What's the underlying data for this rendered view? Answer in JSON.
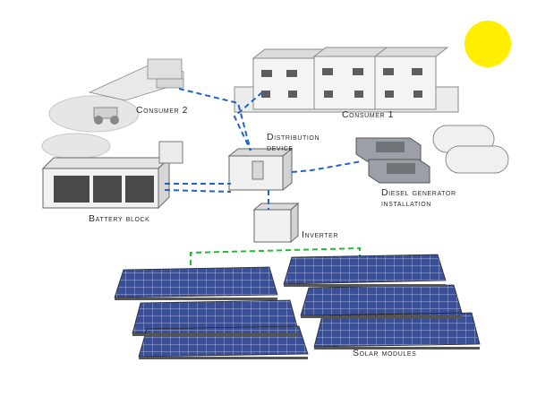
{
  "colors": {
    "sun": "#ffee00",
    "dc_cable": "#1f64c8",
    "ac_cable": "#22bb33",
    "panel": "#3a4f9a",
    "panel_grid": "#c9d3ee",
    "equipment": "#f3f3f3",
    "outline": "#555555"
  },
  "labels": {
    "consumer2": "Consumer 2",
    "consumer1": "Consumer 1",
    "distribution_line1": "Distribution",
    "distribution_line2": "device",
    "diesel_line1": "Diesel generator",
    "diesel_line2": "installation",
    "battery": "Battery block",
    "inverter": "Inverter",
    "solar": "Solar modules"
  },
  "icons": {
    "sun": "sun-icon",
    "quarry": "quarry-excavator-icon",
    "factory": "factory-building-icon",
    "cabinet": "distribution-cabinet-icon",
    "generator": "diesel-generator-icon",
    "tank": "fuel-tank-icon",
    "battery": "battery-container-icon",
    "inverter": "inverter-cabinet-icon",
    "solar": "solar-panel-icon"
  }
}
